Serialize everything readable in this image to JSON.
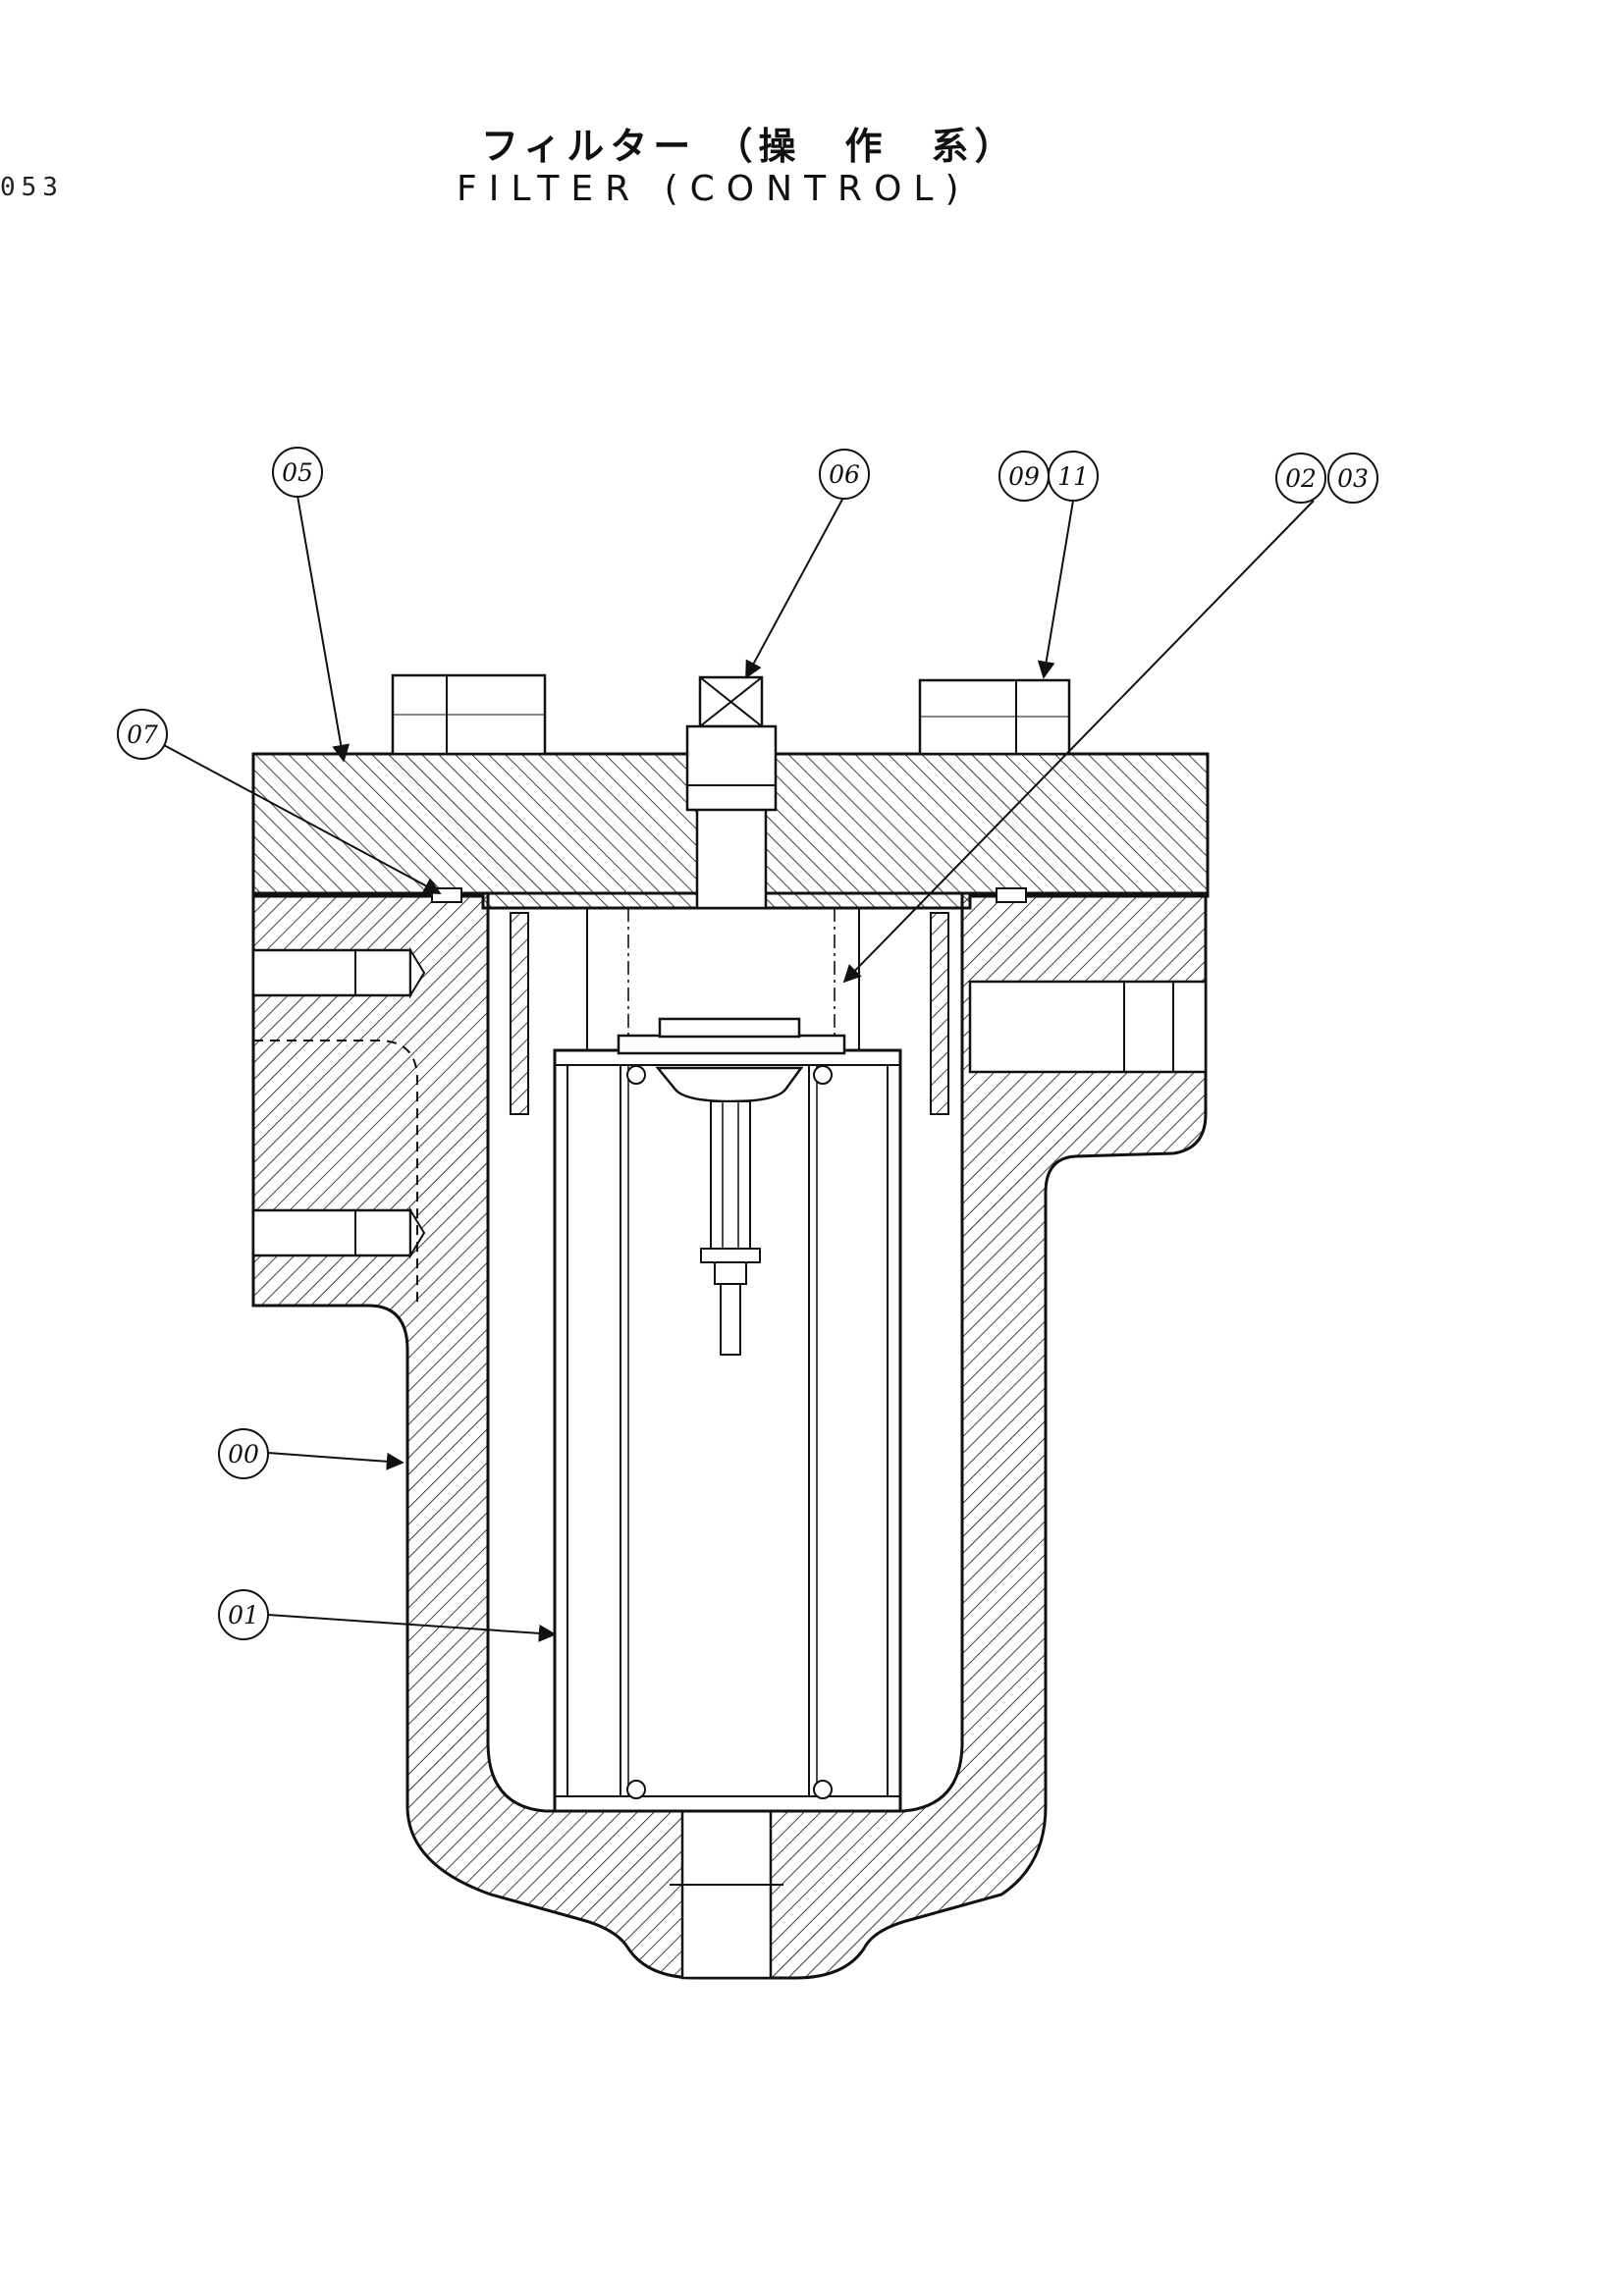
{
  "page": {
    "number": "053",
    "title_jp": "フィルター （操　作　系）",
    "title_en": "FILTER (CONTROL)"
  },
  "callouts": {
    "c05": "05",
    "c06": "06",
    "c09": "09",
    "c11": "11",
    "c02": "02",
    "c03": "03",
    "c07": "07",
    "c00": "00",
    "c01": "01"
  },
  "colors": {
    "line": "#111111",
    "paper": "#ffffff"
  }
}
